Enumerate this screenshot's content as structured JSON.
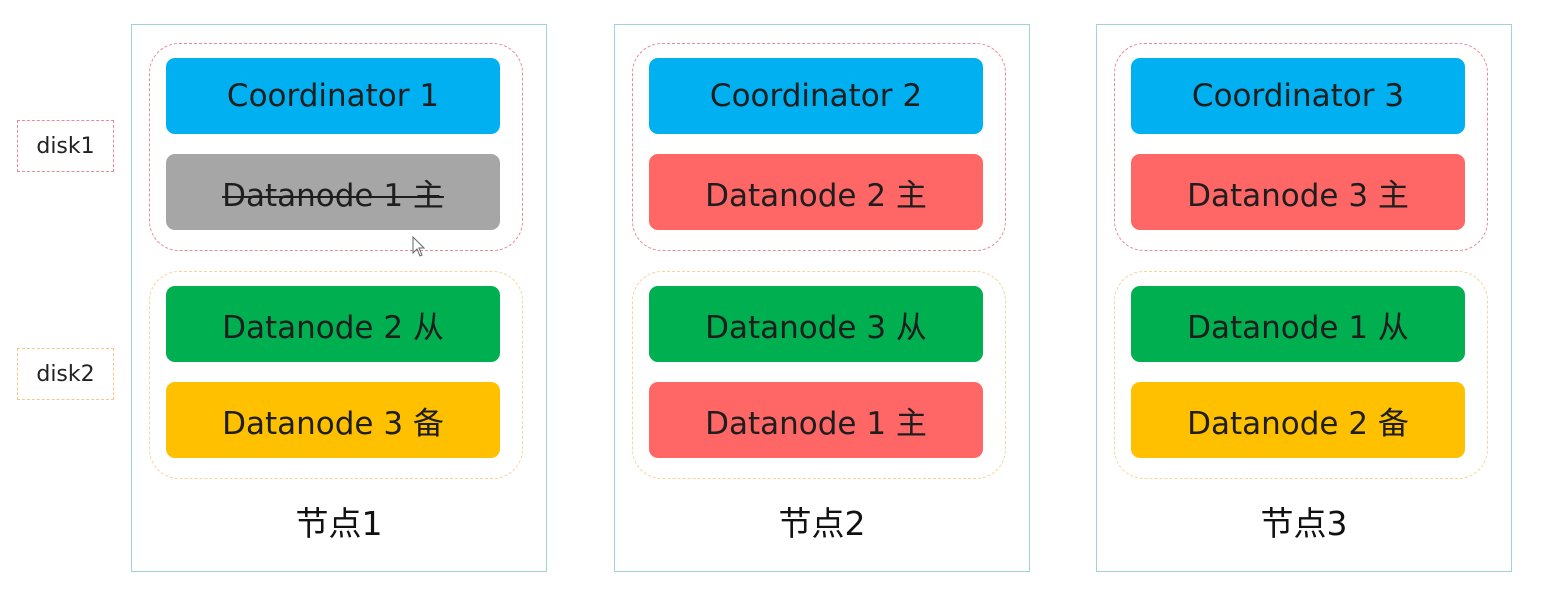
{
  "disks": [
    {
      "label": "disk1"
    },
    {
      "label": "disk2"
    }
  ],
  "nodes": [
    {
      "title": "节点1",
      "disk1": [
        {
          "label": "Coordinator 1",
          "color": "#00b0f0",
          "struck": false
        },
        {
          "label": "Datanode 1 主",
          "color": "#a6a6a6",
          "struck": true
        }
      ],
      "disk2": [
        {
          "label": "Datanode 2 从",
          "color": "#00b050",
          "struck": false
        },
        {
          "label": "Datanode 3 备",
          "color": "#ffc000",
          "struck": false
        }
      ]
    },
    {
      "title": "节点2",
      "disk1": [
        {
          "label": "Coordinator 2",
          "color": "#00b0f0",
          "struck": false
        },
        {
          "label": "Datanode 2 主",
          "color": "#ff6666",
          "struck": false
        }
      ],
      "disk2": [
        {
          "label": "Datanode 3 从",
          "color": "#00b050",
          "struck": false
        },
        {
          "label": "Datanode 1 主",
          "color": "#ff6666",
          "struck": false
        }
      ]
    },
    {
      "title": "节点3",
      "disk1": [
        {
          "label": "Coordinator 3",
          "color": "#00b0f0",
          "struck": false
        },
        {
          "label": "Datanode 3 主",
          "color": "#ff6666",
          "struck": false
        }
      ],
      "disk2": [
        {
          "label": "Datanode 1 从",
          "color": "#00b050",
          "struck": false
        },
        {
          "label": "Datanode 2 备",
          "color": "#ffc000",
          "struck": false
        }
      ]
    }
  ],
  "colors": {
    "coordinator": "#00b0f0",
    "primary": "#ff6666",
    "primary_failed": "#a6a6a6",
    "replica": "#00b050",
    "standby": "#ffc000"
  }
}
